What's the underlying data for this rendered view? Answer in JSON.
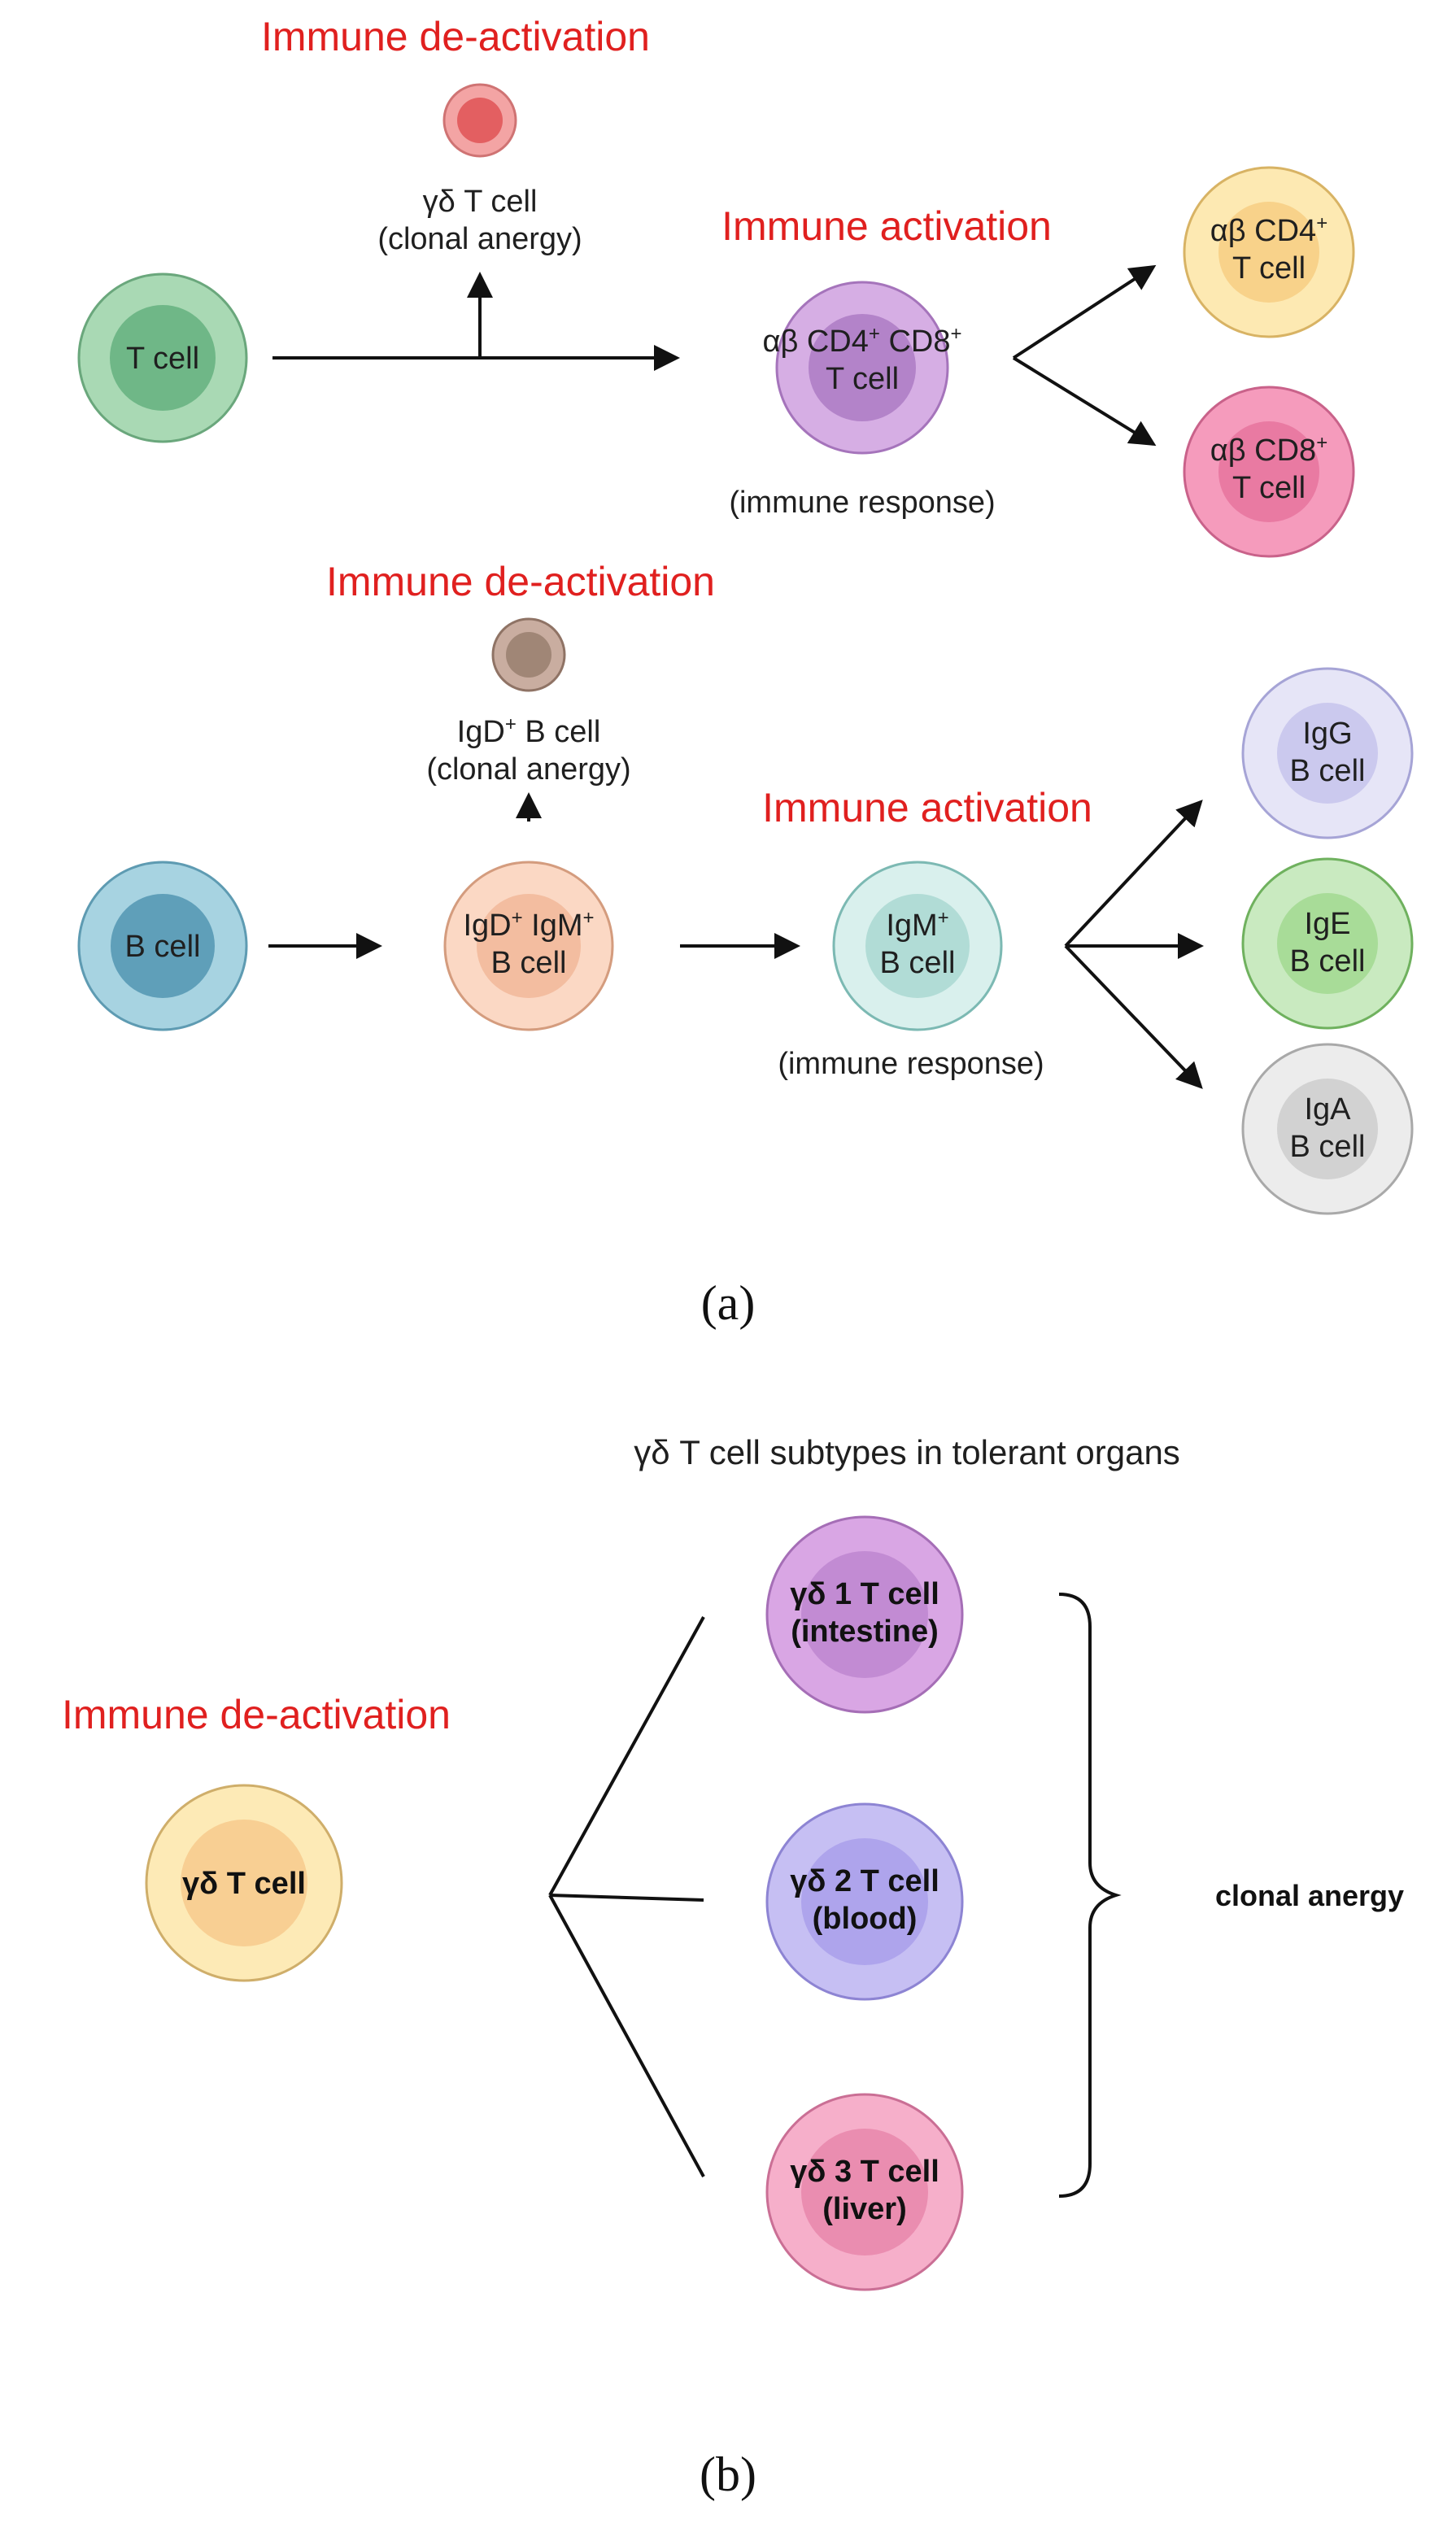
{
  "panel_a": {
    "t_row": {
      "deactivation_title": "Immune de-activation",
      "activation_title": "Immune activation",
      "t_cell": "T cell",
      "gd_label_line1": "γδ T cell",
      "gd_label_line2": "(clonal anergy)",
      "dp_line1": "αβ CD4",
      "dp_line1_sup": "+",
      "dp_line1_b": " CD8",
      "dp_line1_b_sup": "+",
      "dp_line2": "T cell",
      "immune_response": "(immune response)",
      "cd4_line1": "αβ CD4",
      "cd4_sup": "+",
      "cd4_line2": "T cell",
      "cd8_line1": "αβ CD8",
      "cd8_sup": "+",
      "cd8_line2": "T cell"
    },
    "b_row": {
      "deactivation_title": "Immune de-activation",
      "activation_title": "Immune activation",
      "b_cell": "B cell",
      "igd_label_line1": "IgD",
      "igd_label_sup": "+",
      "igd_label_line1_b": " B cell",
      "igd_label_line2": "(clonal anergy)",
      "igdm_line1": "IgD",
      "igdm_sup1": "+",
      "igdm_line1_b": " IgM",
      "igdm_sup2": "+",
      "igdm_line2": "B cell",
      "igm_line1": "IgM",
      "igm_sup": "+",
      "igm_line2": "B cell",
      "immune_response": "(immune response)",
      "igg_line1": "IgG",
      "igg_line2": "B cell",
      "ige_line1": "IgE",
      "ige_line2": "B cell",
      "iga_line1": "IgA",
      "iga_line2": "B cell"
    },
    "caption": "(a)"
  },
  "panel_b": {
    "subtypes_title": "γδ T cell subtypes in tolerant organs",
    "deactivation_title": "Immune de-activation",
    "gd_cell": "γδ T cell",
    "gd1_line1": "γδ 1 T cell",
    "gd1_line2": "(intestine)",
    "gd2_line1": "γδ 2 T cell",
    "gd2_line2": "(blood)",
    "gd3_line1": "γδ 3 T cell",
    "gd3_line2": "(liver)",
    "anergy_label": "clonal anergy",
    "caption": "(b)"
  },
  "colors": {
    "title_red": "#e0201f",
    "t_cell": "#8cc89a",
    "gd_anergy": "#ef7c7c",
    "double_positive": "#c48fd8",
    "cd4": "#fbe09a",
    "cd8": "#f07ea4",
    "b_cell": "#7ab8cf",
    "igd_anergy": "#a88b7c",
    "igd_igm": "#f6c7aa",
    "igm": "#bfe6e2",
    "igg": "#cfcdf0",
    "ige": "#a8dc98",
    "iga": "#dcdcdc",
    "gd_yellow": "#fce4a4",
    "gd1": "#c48fd8",
    "gd2": "#b4abed",
    "gd3": "#f08db3"
  },
  "icons": [
    "arrow-icon",
    "bracket-icon"
  ]
}
